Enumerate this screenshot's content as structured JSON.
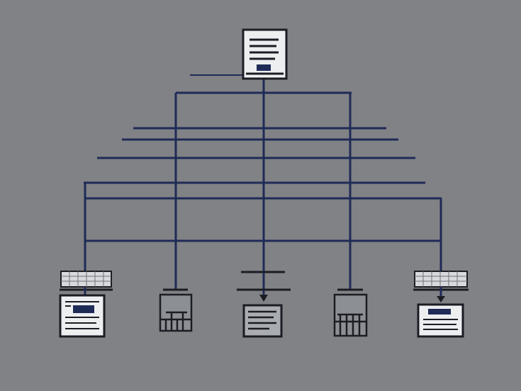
{
  "diagram": {
    "background": "#808285",
    "line_color": "#1f2b57",
    "box_fill": "#eceef0",
    "root": {
      "icon": "document-icon"
    },
    "leaves": [
      {
        "name": "leaf-document-left",
        "icon": "form-document-icon",
        "has_table_header": true
      },
      {
        "name": "leaf-bin-left",
        "icon": "bin-icon",
        "has_table_header": false
      },
      {
        "name": "leaf-document-center",
        "icon": "document-icon",
        "has_table_header": false
      },
      {
        "name": "leaf-bin-right",
        "icon": "bin-icon",
        "has_table_header": false
      },
      {
        "name": "leaf-document-right",
        "icon": "form-document-icon",
        "has_table_header": true
      }
    ]
  }
}
